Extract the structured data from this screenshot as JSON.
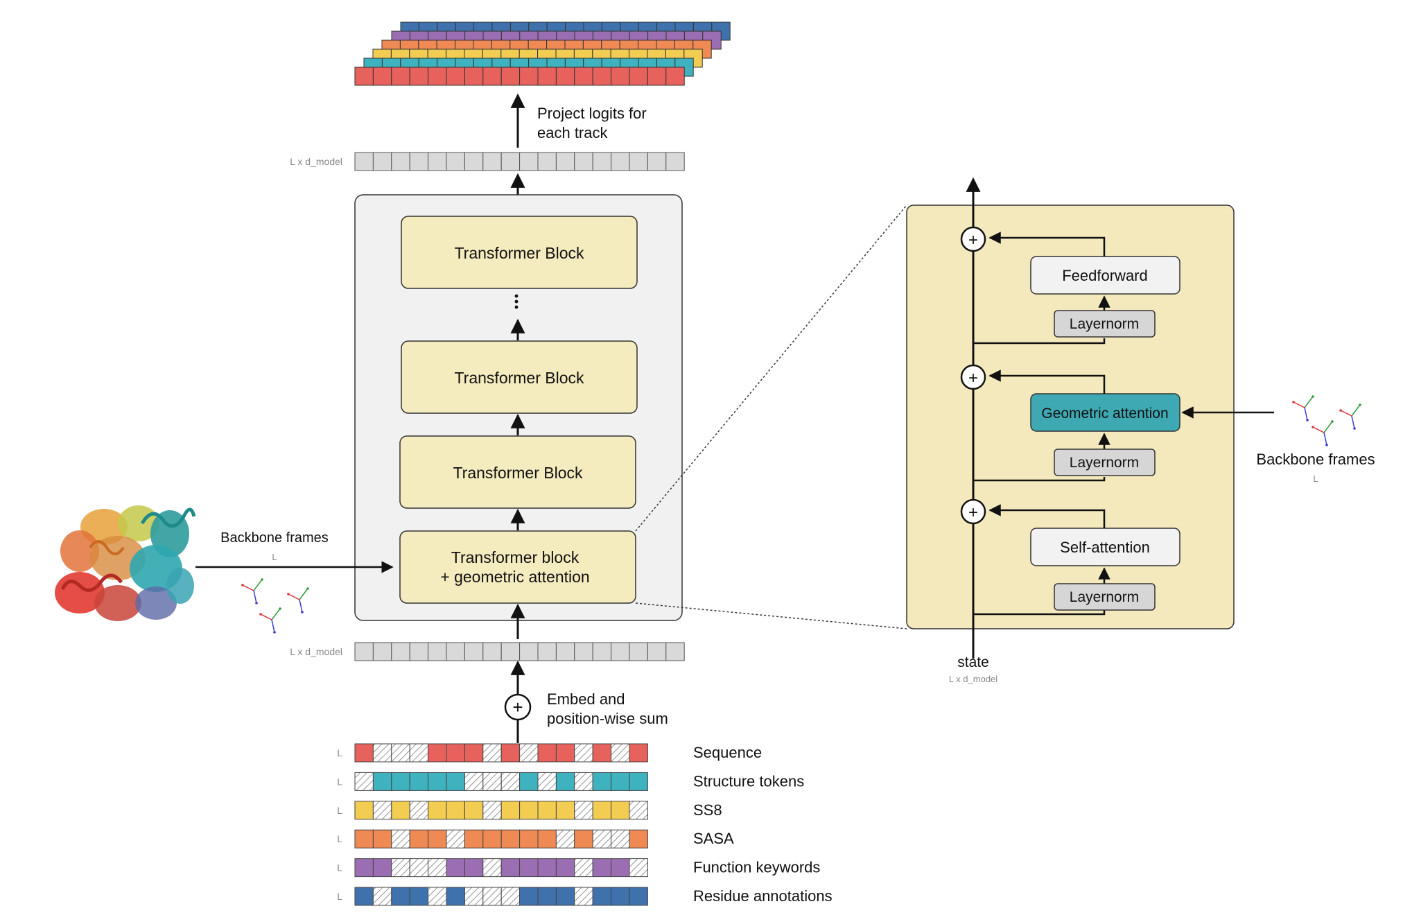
{
  "output": {
    "track_colors": [
      "#e8625d",
      "#3eb2be",
      "#f2cd52",
      "#f08a54",
      "#9b6eb3",
      "#3f72ad"
    ],
    "project_label": [
      "Project logits for",
      "each track"
    ],
    "dims_label": "L x d_model"
  },
  "trunk": {
    "blocks": [
      "Transformer Block",
      "Transformer Block",
      "Transformer Block"
    ],
    "geo_block": [
      "Transformer block",
      "+ geometric attention"
    ],
    "embed_label": [
      "Embed and",
      "position-wise sum"
    ],
    "dims_label": "L x d_model"
  },
  "left_input": {
    "label": "Backbone frames",
    "sub": "L"
  },
  "tracks": {
    "row_label": "L",
    "items": [
      {
        "name": "Sequence",
        "color": "#e8625d",
        "pattern": "1000111010110101"
      },
      {
        "name": "Structure tokens",
        "color": "#3eb2be",
        "pattern": "0111110001010111"
      },
      {
        "name": "SS8",
        "color": "#f2cd52",
        "pattern": "1010111011110110"
      },
      {
        "name": "SASA",
        "color": "#f08a54",
        "pattern": "1101101111101001"
      },
      {
        "name": "Function keywords",
        "color": "#9b6eb3",
        "pattern": "1100011011110110"
      },
      {
        "name": "Residue annotations",
        "color": "#3f72ad",
        "pattern": "1011010001110111"
      }
    ]
  },
  "detail": {
    "feedforward": "Feedforward",
    "layernorm": "Layernorm",
    "geo_attention": "Geometric attention",
    "self_attention": "Self-attention",
    "state_label": "state",
    "state_sub": "L x d_model",
    "plus": "+"
  },
  "right_input": {
    "label": "Backbone frames",
    "sub": "L"
  },
  "colors": {
    "block_fill": "#f4ebbe",
    "panel_fill": "#f1f1f1",
    "detail_fill": "#f3e9bd",
    "geo_fill": "#3fa9b3",
    "cell_gray": "#d9d9d9",
    "layernorm_fill": "#d6d6d6"
  }
}
